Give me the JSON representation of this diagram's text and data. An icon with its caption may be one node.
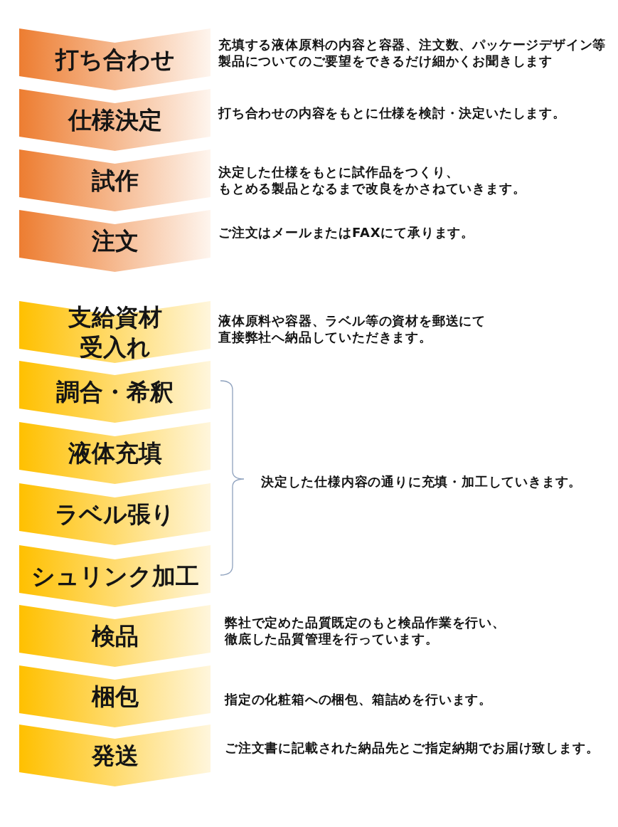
{
  "diagram": {
    "nodes": [
      {
        "text": [
          "打ち合わせ"
        ],
        "beside": [
          "充填する液体原料の内容と容器、注文数、パッケージデザイン等製品についてのご要望をできるだけ細かくお聞きします"
        ]
      },
      {
        "text": [
          "仕様決定"
        ],
        "beside": [
          "打ち合わせの内容をもとに仕様を検討・決定いたします。"
        ]
      },
      {
        "text": [
          "試作"
        ],
        "beside": [
          "決定した仕様をもとに試作品をつくり、もとめる製品となるまで改良をかさねていきます。"
        ]
      },
      {
        "text": [
          "注文"
        ],
        "beside": [
          "ご注文はメールまたはFAXにて承ります。"
        ]
      },
      {
        "text": [
          "支給資材受入れ"
        ],
        "beside": [
          "液体原料や容器、ラベル等の資材を郵送にて直接弊社へ納品していただきます。"
        ]
      },
      {
        "text": [
          "調合・希釈"
        ]
      },
      {
        "text": [
          "液体充填"
        ]
      },
      {
        "text": [
          "ラベル張り"
        ]
      },
      {
        "text": [
          "シュリンク加工"
        ]
      },
      {
        "text": [
          "検品"
        ],
        "beside": [
          "弊社で定めた品質既定のもと検品作業を行い、徹底した品質管理を行っています。"
        ]
      },
      {
        "text": [
          "梱包"
        ],
        "beside": [
          "指定の化粧箱への梱包、箱詰めを行います。"
        ]
      },
      {
        "text": [
          "発送"
        ],
        "beside": [
          "ご注文書に記載された納品先とご指定納期でお届け致します。"
        ]
      }
    ],
    "labels": [
      "決定した仕様内容の通りに充填・加工していきます。"
    ]
  }
}
